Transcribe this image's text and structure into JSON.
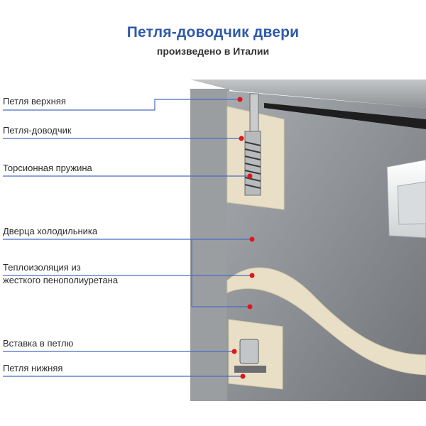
{
  "header": {
    "title": "Петля-доводчик двери",
    "subtitle": "произведено в Италии"
  },
  "colors": {
    "title": "#2f5aa8",
    "leader": "#4a6cc4",
    "marker": "#e0161b",
    "steel": "#8f9397",
    "insulation": "#e8dfc6"
  },
  "labels": [
    {
      "id": "upper-hinge",
      "text": "Петля верхняя"
    },
    {
      "id": "hinge-closer",
      "text": "Петля-доводчик"
    },
    {
      "id": "torsion-spring",
      "text": "Торсионная пружина"
    },
    {
      "id": "fridge-door",
      "text": "Дверца холодильника"
    },
    {
      "id": "insulation",
      "line1": "Теплоизоляция из",
      "line2": "жесткого пенополиуретана"
    },
    {
      "id": "hinge-insert",
      "text": "Вставка в петлю"
    },
    {
      "id": "lower-hinge",
      "text": "Петля нижняя"
    }
  ]
}
